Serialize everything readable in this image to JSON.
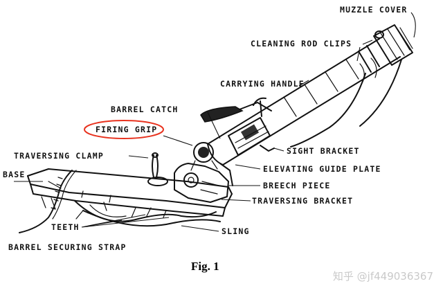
{
  "figure": {
    "caption": "Fig. 1",
    "watermark": "知乎 @jf449036367",
    "highlight_color": "#e8321e",
    "labels": {
      "muzzle_cover": "MUZZLE COVER",
      "cleaning_rod_clips": "CLEANING ROD CLIPS",
      "carrying_handle": "CARRYING HANDLE",
      "barrel_catch": "BARREL CATCH",
      "firing_grip": "FIRING GRIP",
      "traversing_clamp": "TRAVERSING CLAMP",
      "base": "BASE",
      "sight_bracket": "SIGHT BRACKET",
      "elevating_guide_plate": "ELEVATING GUIDE PLATE",
      "breech_piece": "BREECH PIECE",
      "traversing_bracket": "TRAVERSING BRACKET",
      "teeth": "TEETH",
      "sling": "SLING",
      "barrel_securing_strap": "BARREL SECURING STRAP"
    }
  }
}
